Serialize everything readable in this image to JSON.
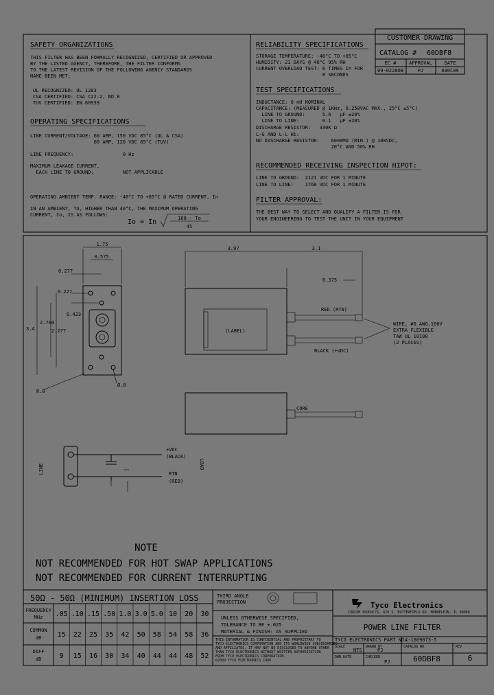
{
  "title_block": {
    "customer_drawing": "CUSTOMER DRAWING",
    "catalog_label": "CATALOG #",
    "catalog_no": "60DBF8",
    "hdr": [
      "EC #",
      "APPROVAL",
      "DATE"
    ],
    "row": [
      "09-0228OB",
      "PJ",
      "030C09"
    ]
  },
  "safety": {
    "heading": "SAFETY ORGANIZATIONS",
    "para": [
      "THIS FILTER HAS BEEN FORMALLY RECOGNIZED, CERTIFIED OR APPROVED",
      "BY THE LISTED AGENCY, THEREFORE, THE FILTER CONFORMS",
      "TO THE LATEST REVISION OF THE FOLLOWING AGENCY STANDARDS",
      "NAME BEEN MET:"
    ],
    "items": [
      "UL RECOGNIZED: UL 1283",
      "CSA CERTIFIED: CSA C22.2, NO 8",
      "TUV CERTIFIED: EN 60939"
    ]
  },
  "operating": {
    "heading": "OPERATING SPECIFICATIONS",
    "lines": [
      "LINE CURRENT/VOLTAGE: 60 AMP, 150 VDC 85°C (UL & CSA)",
      "                      60 AMP, 120 VDC 85°C (TUV)",
      "LINE FREQUENCY:                 0 Hz",
      "MAXIMUM LEAKAGE CURRENT,",
      "  EACH LINE TO GROUND:          NOT APPLICABLE",
      "OPERATING AMBIENT TEMP. RANGE: -40°C TO +85°C @ RATED CURRENT, In",
      "IN AN AMBIENT, To, HIGHER THAN 40°C, THE MAXIMUM OPERATING",
      "CURRENT, Io, IS AS FOLLOWS:"
    ],
    "formula_left": "Io = In",
    "formula_num": "100 - To",
    "formula_den": "45"
  },
  "reliability": {
    "heading": "RELIABILITY SPECIFICATIONS",
    "lines": [
      "STORAGE TEMPERATURE: -40°C TO +85°C",
      "HUMIDITY: 21 DAYS @ 40°C 95% RH",
      "CURRENT OVERLOAD TEST: 6 TIMES In FOR",
      "                       8 SECONDS"
    ]
  },
  "test": {
    "heading": "TEST SPECIFICATIONS",
    "lines": [
      "INDUCTANCE: 0 nH NOMINAL",
      "CAPACITANCE: (MEASURED @ 1KHz, 0.250VAC MAX., 25°C ±5°C)",
      "  LINE TO GROUND:      5.6   µF ±20%",
      "  LINE TO LINE:        0.1   µF ±20%",
      "DISCHARGE RESISTOR:   330K Ω",
      "L-G AND L-L Hi:",
      "NO DISCHARGE RESISTOR:    6000MΩ (MIN.) @ 100VDC,",
      "                          20°C AND 50% RH"
    ]
  },
  "inspection": {
    "heading": "RECOMMENDED RECEIVING INSPECTION HIPOT:",
    "lines": [
      "LINE TO GROUND:  2121 VDC FOR 1 MINUTE",
      "LINE TO LINE:    1768 VDC FOR 1 MINUTE"
    ]
  },
  "approval": {
    "heading": "FILTER APPROVAL:",
    "lines": [
      "THE BEST WAY TO SELECT AND QUALIFY A FILTER IS FOR",
      "YOUR ENGINEERING TO TEST THE UNIT IN YOUR EQUIPMENT"
    ]
  },
  "drawing": {
    "dims": [
      "1.75",
      "0.575",
      "0.277",
      "0.227",
      "0.423",
      "2.700",
      "2.277",
      "3.4",
      "3.97",
      "3.1",
      "0.375"
    ],
    "r_label": "R.0",
    "dia_label": "Ø.0",
    "label_text": "(LABEL)",
    "red_lead": "RED (RTN)",
    "black_lead": "BLACK (+VDC)",
    "wire_note": [
      "WIRE, #6 AWG,100V",
      "EXTRA FLEXIBLE",
      "TAW UL 10108",
      "(2 PLACES)"
    ],
    "side_note": "CORE",
    "line_label": "LINE",
    "load_label": "LOAD",
    "vdc_label": [
      "+VDC",
      "(BLACK)"
    ],
    "rtn_label": [
      "RTN",
      "(RED)"
    ]
  },
  "notes": {
    "heading": "NOTE",
    "lines": [
      "NOT RECOMMENDED FOR HOT SWAP APPLICATIONS",
      "NOT RECOMMENDED FOR CURRENT INTERRUPTING"
    ]
  },
  "insertion": {
    "title": "50Ω - 50Ω (MINIMUM) INSERTION LOSS",
    "freq_label": [
      "FREQUENCY",
      "MHz"
    ],
    "common_label": [
      "COMMON",
      "dB"
    ],
    "diff_label": [
      "DIFF",
      "dB"
    ],
    "freq": [
      ".05",
      ".10",
      ".15",
      ".50",
      "1.0",
      "3.0",
      "5.0",
      "10",
      "20",
      "30"
    ],
    "common": [
      "15",
      "22",
      "25",
      "35",
      "42",
      "50",
      "58",
      "54",
      "58",
      "36"
    ],
    "diff": [
      "9",
      "15",
      "16",
      "30",
      "34",
      "40",
      "44",
      "44",
      "48",
      "52"
    ]
  },
  "projection": {
    "label": [
      "THIRD ANGLE",
      "PROJECTION"
    ],
    "tolerance": [
      "UNLESS OTHERWISE SPECIFIED,",
      "TOLERANCE TO BE ±.025",
      "MATERIAL & FINISH: AS SUPPLIED"
    ],
    "confidential": [
      "THIS INFORMATION IS CONFIDENTIAL AND PROPRIETARY TO",
      "TYCO ELECTRONICS CORPORATION AND ITS WORLDWIDE SUBSIDIARIES",
      "AND AFFILIATES. IT MAY NOT BE DISCLOSED TO ANYONE OTHER",
      "THAN TYCO ELECTRONICS WITHOUT WRITTEN AUTHORIZATION",
      "FROM TYCO ELECTRONICS CORPORATION.",
      "©2009 TYCO ELECTRONICS CORP."
    ]
  },
  "company": {
    "name": "Tyco Electronics",
    "address": "CORCOM PRODUCTS, 620 S. BUTTERFIELD RD. MUNDELEIN, IL 60060",
    "product": "POWER LINE FILTER",
    "part_label": "TYCO ELECTRONICS PART NO.",
    "part_no": "4-1609073-5",
    "scale_label": "SCALE",
    "scale": "NTS",
    "drawn_label": "DRAWN BY",
    "drawn": "PJ",
    "catalog_label": "CATALOG NO.",
    "catalog": "60DBF8",
    "rev_label": "REV",
    "rev": "6",
    "dwn_label": "DWN DATE",
    "chk_label": "CHECKED"
  }
}
